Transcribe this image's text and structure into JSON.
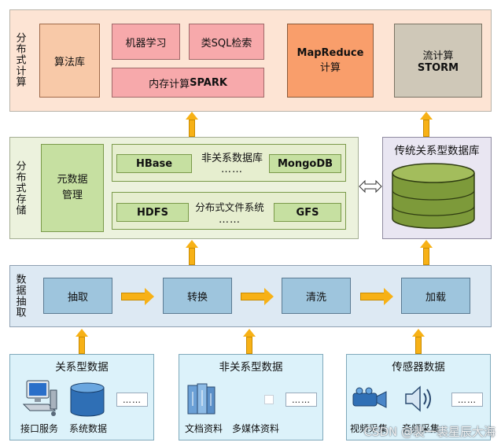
{
  "compute": {
    "side_label": "分布式计算",
    "algorithm_lib": "算法库",
    "machine_learning": "机器学习",
    "sql_search": "类SQL检索",
    "spark_prefix": "内存计算",
    "spark_bold": "SPARK",
    "mapreduce_bold": "MapReduce",
    "mapreduce_sub": "计算",
    "stream": "流计算",
    "storm": "STORM"
  },
  "storage": {
    "side_label": "分布式存储",
    "metadata": "元数据管理",
    "hbase": "HBase",
    "nosql": "非关系数据库",
    "nosql_dots": "……",
    "mongodb": "MongoDB",
    "hdfs": "HDFS",
    "dfs": "分布式文件系统",
    "dfs_dots": "……",
    "gfs": "GFS"
  },
  "rdb": {
    "title": "传统关系型数据库"
  },
  "extract": {
    "side_label": "数据抽取",
    "steps": [
      "抽取",
      "转换",
      "清洗",
      "加载"
    ]
  },
  "sources": {
    "relational": {
      "title": "关系型数据",
      "item1": "接口服务",
      "item2": "系统数据",
      "dots": "……"
    },
    "nonrelational": {
      "title": "非关系型数据",
      "item1": "文档资料",
      "item2": "多媒体资料",
      "dots": "……"
    },
    "sensor": {
      "title": "传感器数据",
      "item1": "视频采集",
      "item2": "音频采集",
      "dots": "……"
    }
  },
  "watermark": "CSDN @裴一裘星辰大海",
  "colors": {
    "compute_bg": "#fde4d4",
    "storage_bg": "#ecf2dd",
    "rdb_bg": "#e9e6f2",
    "extract_bg": "#dde9f3",
    "source_bg": "#dcf2fa",
    "arrow": "#f7b116"
  }
}
